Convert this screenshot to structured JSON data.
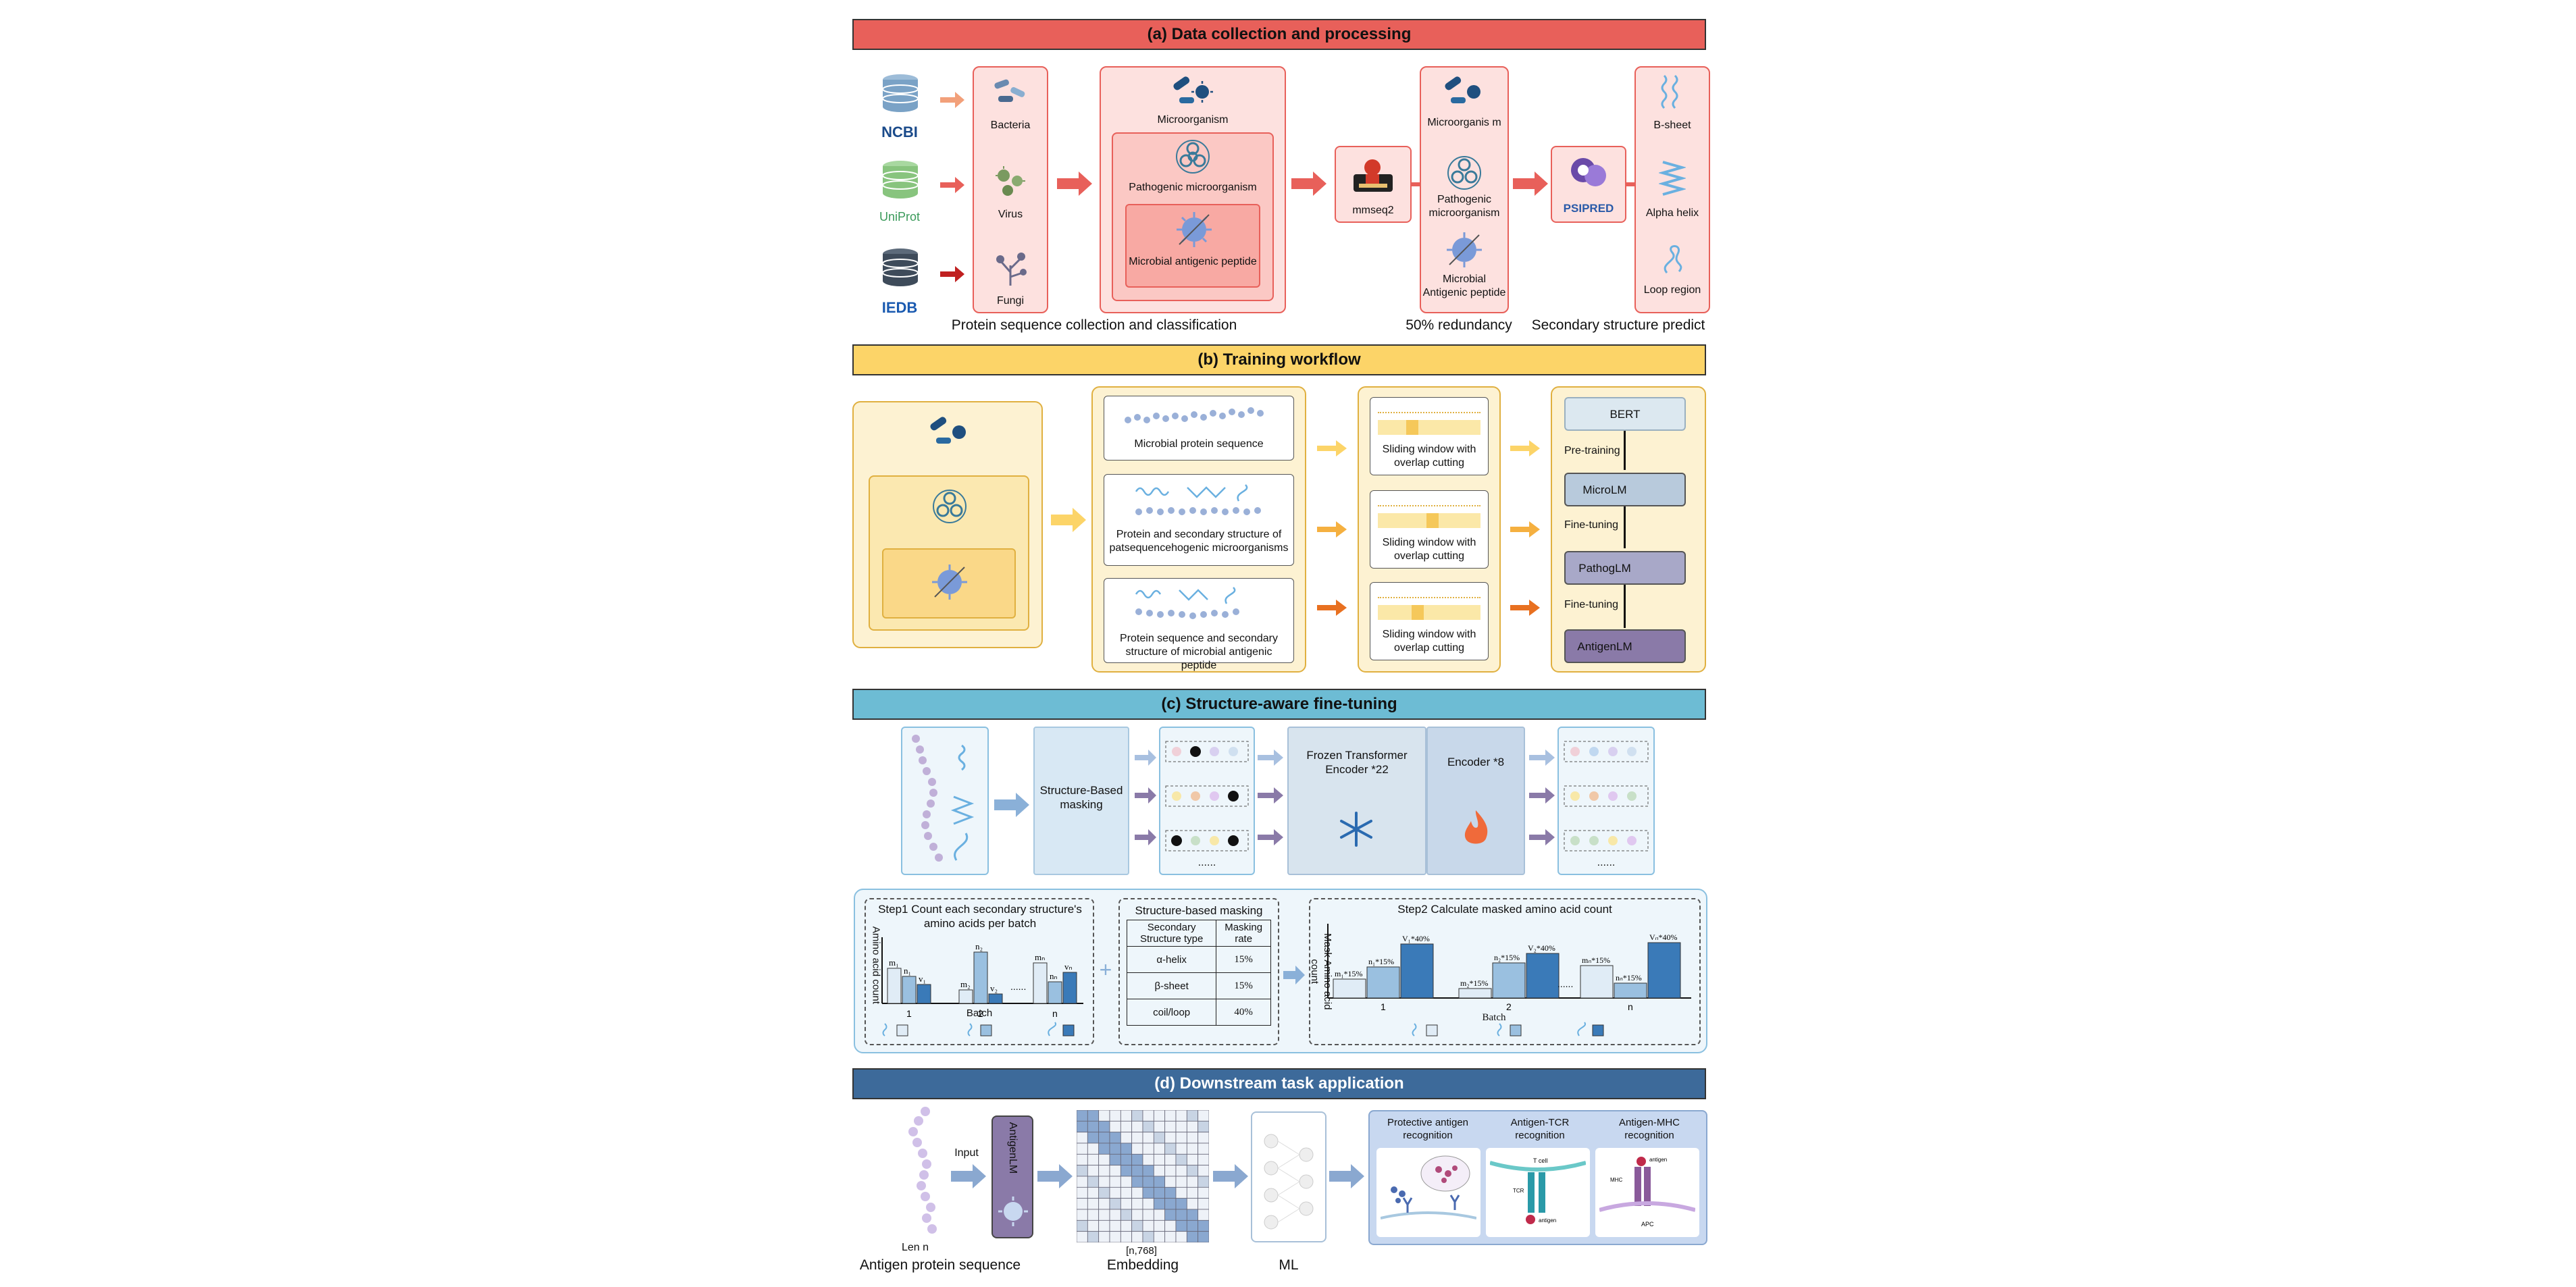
{
  "sections": {
    "a": "(a) Data collection and processing",
    "b": "(b) Training workflow",
    "c": "(c) Structure-aware fine-tuning",
    "d": "(d) Downstream task application"
  },
  "colors": {
    "a_banner": "#e8605a",
    "b_banner": "#fcd468",
    "c_banner": "#6dbcd4",
    "d_banner": "#3d6a9a",
    "red_panel": "#fde1df",
    "yellow_panel": "#fdf2d2",
    "blue_panel": "#eef6fb"
  },
  "a": {
    "databases": [
      "NCBI",
      "UniProt",
      "IEDB"
    ],
    "organisms": [
      "Bacteria",
      "Virus",
      "Fungi"
    ],
    "nested": [
      "Microorganism",
      "Pathogenic microorganism",
      "Microbial antigenic peptide"
    ],
    "tool": "mmseq2",
    "reduced": [
      "Microorganis m",
      "Pathogenic microorganism",
      "Microbial Antigenic peptide"
    ],
    "psipred": "PSIPRED",
    "structures": [
      "B-sheet",
      "Alpha helix",
      "Loop region"
    ],
    "captions": [
      "Protein sequence collection and classification",
      "50% redundancy",
      "Secondary structure predict"
    ]
  },
  "b": {
    "inputs": [
      "Microbial protein sequence",
      "Protein and secondary structure of patsequencehogenic microorganisms",
      "Protein sequence and secondary structure of microbial antigenic peptide"
    ],
    "window": "Sliding window with overlap cutting",
    "models": [
      "BERT",
      "MicroLM",
      "PathogLM",
      "AntigenLM"
    ],
    "stages": [
      "Pre-training",
      "Fine-tuning",
      "Fine-tuning"
    ]
  },
  "c": {
    "masking": "Structure-Based masking",
    "frozen": "Frozen Transformer Encoder *22",
    "encoder": "Encoder *8",
    "dots": "......",
    "step1": "Step1 Count each secondary structure's amino acids per batch",
    "step1_ylabel": "Amino acid count",
    "batch": "Batch",
    "table_title": "Structure-based masking",
    "table_header": [
      "Secondary Structure type",
      "Masking rate"
    ],
    "table_rows": [
      [
        "α-helix",
        "15%"
      ],
      [
        "β-sheet",
        "15%"
      ],
      [
        "coil/loop",
        "40%"
      ]
    ],
    "step2": "Step2 Calculate masked amino acid count",
    "step2_ylabel": "Mask Amino acid count",
    "bar_labels_1": [
      "m₁",
      "n₁",
      "v₁",
      "m₂",
      "n₂",
      "v₂",
      "mₙ",
      "nₙ",
      "vₙ"
    ],
    "bar_labels_2": [
      "m₁*15%",
      "n₁*15%",
      "V₁*40%",
      "m₂*15%",
      "n₂*15%",
      "V₂*40%",
      "mₙ*15%",
      "nₙ*15%",
      "Vₙ*40%"
    ],
    "xticks": [
      "1",
      "2",
      "n"
    ]
  },
  "d": {
    "input": "Input",
    "model": "AntigenLM",
    "len": "Len n",
    "dim": "[n,768]",
    "captions": [
      "Antigen protein sequence",
      "Embedding",
      "ML"
    ],
    "tasks": [
      "Protective antigen recognition",
      "Antigen-TCR recognition",
      "Antigen-MHC recognition"
    ],
    "cell_labels": [
      "T cell",
      "TCR",
      "antigen",
      "antigen",
      "MHC",
      "APC"
    ]
  }
}
